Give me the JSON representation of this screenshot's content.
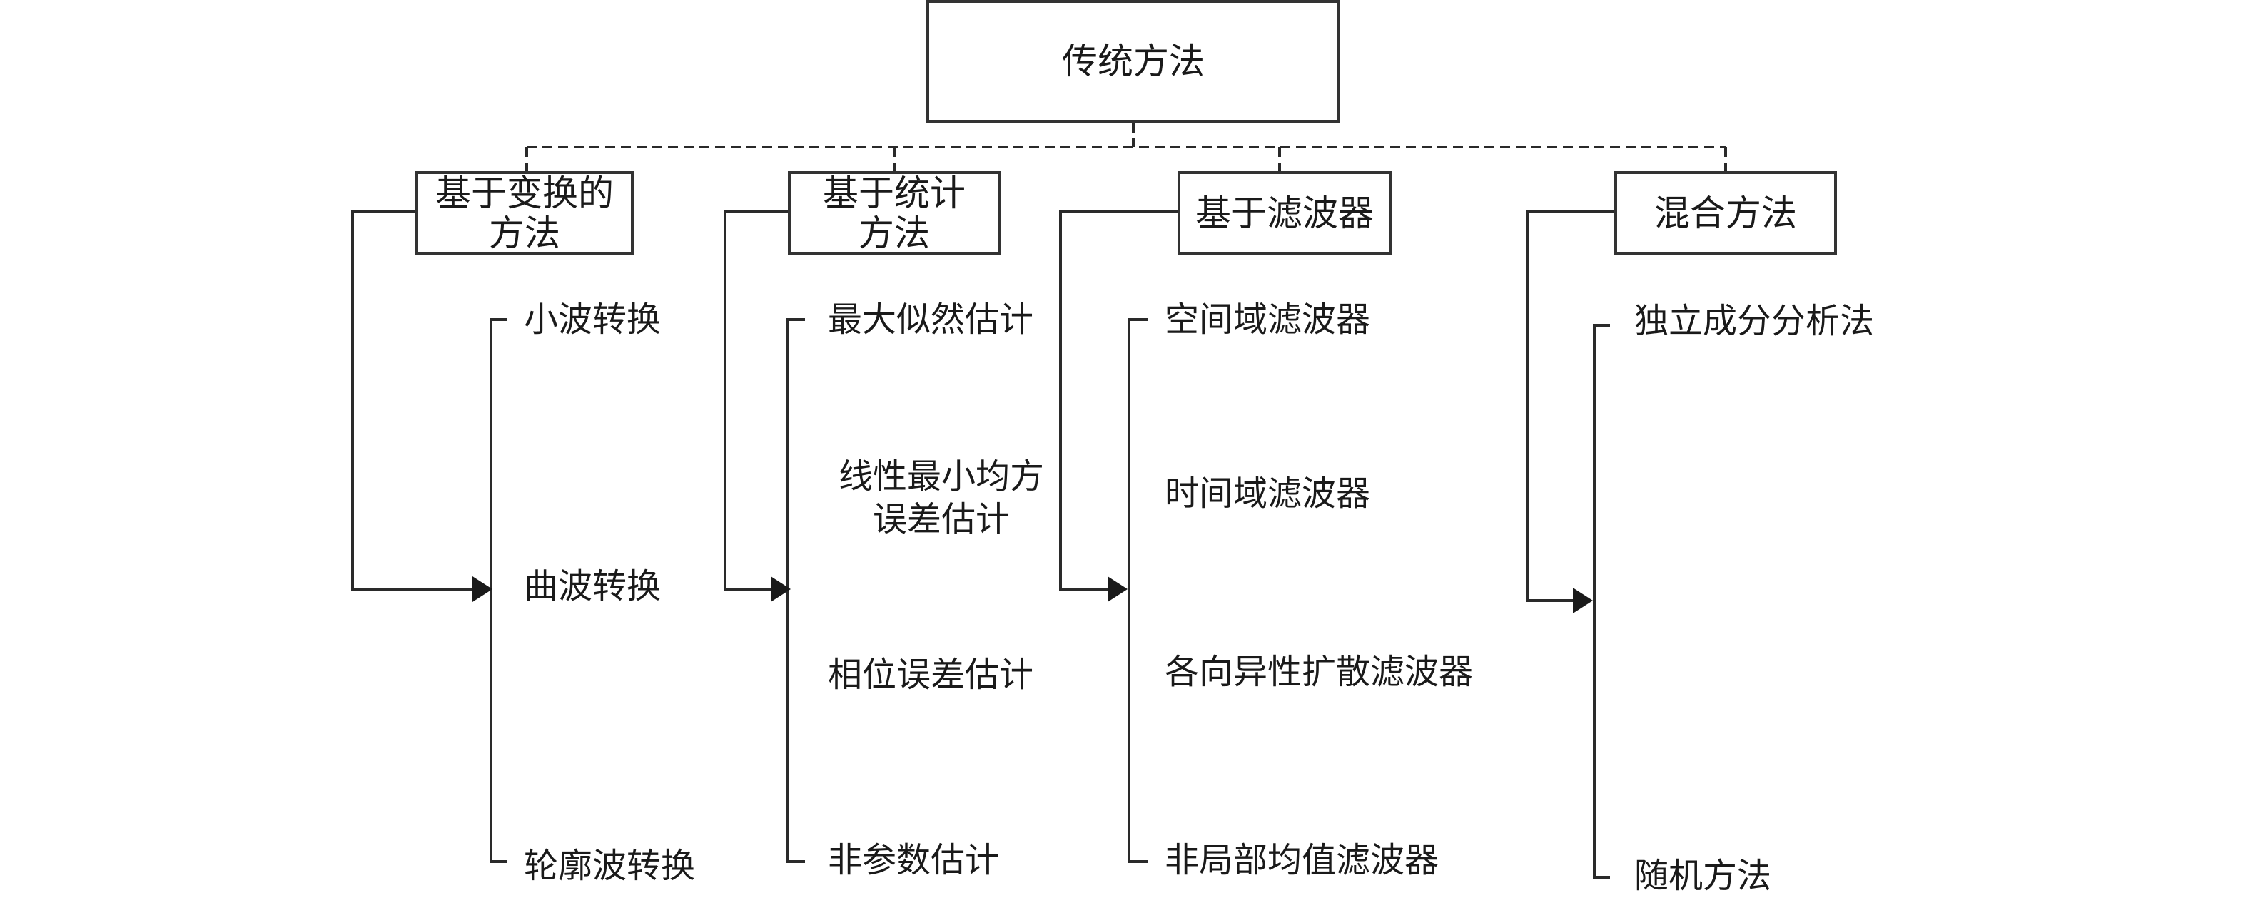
{
  "root": {
    "label": "传统方法"
  },
  "categories": [
    {
      "label": "基于变换的\n方法",
      "items": [
        "小波转换",
        "曲波转换",
        "轮廓波转换"
      ]
    },
    {
      "label": "基于统计\n方法",
      "items": [
        "最大似然估计",
        "线性最小均方\n误差估计",
        "相位误差估计",
        "非参数估计"
      ]
    },
    {
      "label": "基于滤波器",
      "items": [
        "空间域滤波器",
        "时间域滤波器",
        "各向异性扩散滤波器",
        "非局部均值滤波器"
      ]
    },
    {
      "label": "混合方法",
      "items": [
        "独立成分分析法",
        "随机方法"
      ]
    }
  ]
}
